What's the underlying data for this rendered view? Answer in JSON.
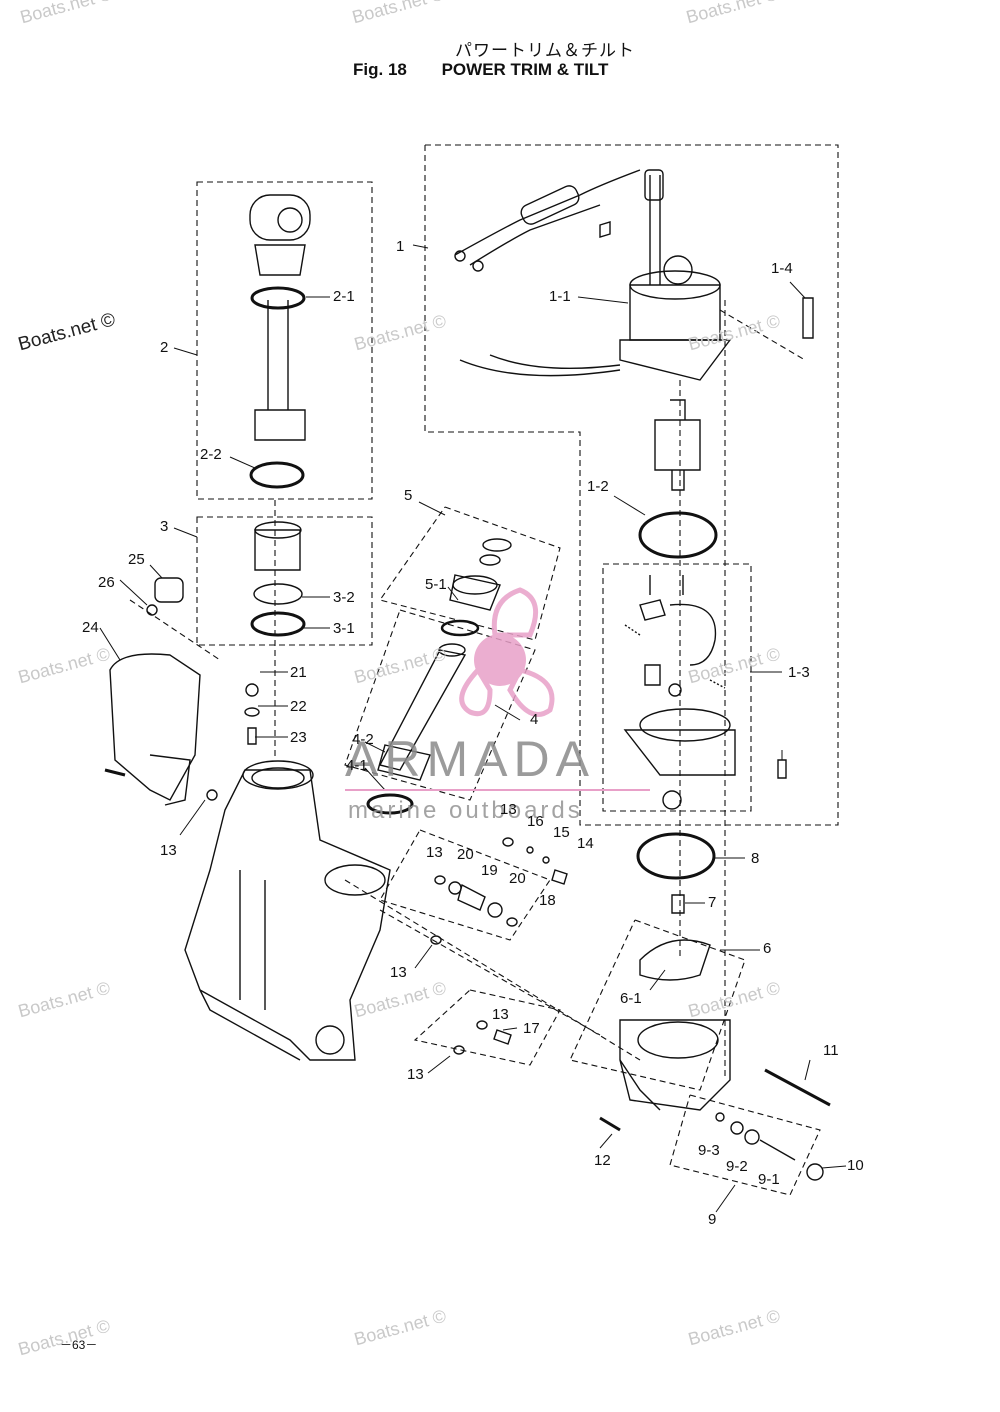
{
  "header": {
    "title_jp": "パワートリム＆チルト",
    "fig_label": "Fig. 18",
    "title_en": "POWER  TRIM & TILT"
  },
  "watermarks": {
    "boats_net": "Boats.net ©",
    "boats_net_plain": "Boats.net"
  },
  "brand": {
    "name": "ARMADA",
    "tagline": "marine outboards",
    "accent_color": "#e8a0c8"
  },
  "part_labels": [
    "1",
    "1-1",
    "1-2",
    "1-3",
    "1-4",
    "2",
    "2-1",
    "2-2",
    "3",
    "3-1",
    "3-2",
    "4",
    "4-1",
    "4-2",
    "5",
    "5-1",
    "6",
    "6-1",
    "7",
    "8",
    "9",
    "9-1",
    "9-2",
    "9-3",
    "10",
    "11",
    "12",
    "13",
    "14",
    "15",
    "16",
    "17",
    "18",
    "19",
    "20",
    "21",
    "22",
    "23",
    "24",
    "25",
    "26"
  ],
  "footer": {
    "page_number": "－63－"
  }
}
